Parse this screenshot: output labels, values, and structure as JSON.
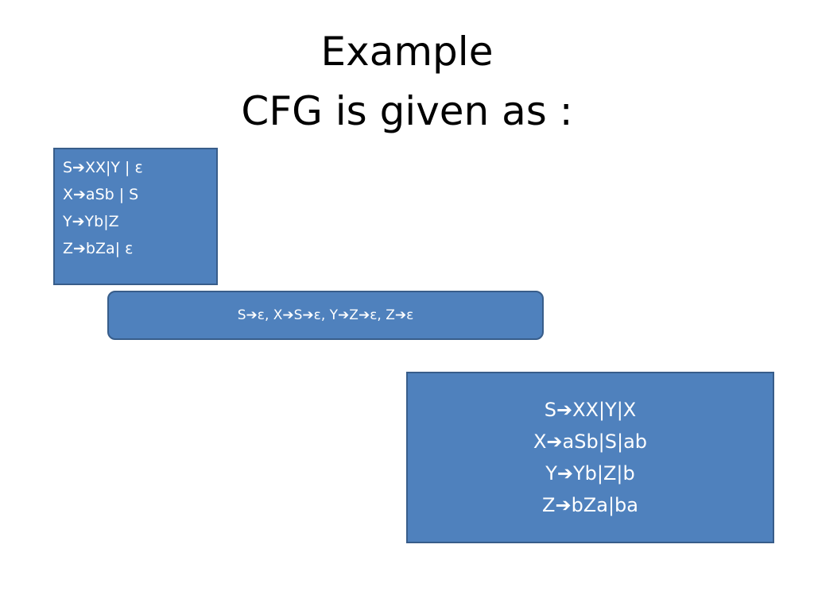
{
  "slide": {
    "title_line1": "Example",
    "title_line2": "CFG is given as :",
    "original_grammar": [
      "S➔XX|Y | ε",
      "X➔aSb | S",
      "Y➔Yb|Z",
      "Z➔bZa| ε"
    ],
    "nullable_derivations": "S➔ε, X➔S➔ε, Y➔Z➔ε, Z➔ε",
    "result_grammar": [
      "S➔XX|Y|X",
      "X➔aSb|S|ab",
      "Y➔Yb|Z|b",
      "Z➔bZa|ba"
    ],
    "colors": {
      "box_fill": "#4f81bd",
      "box_border": "#385d8a",
      "text_on_box": "#ffffff"
    }
  }
}
